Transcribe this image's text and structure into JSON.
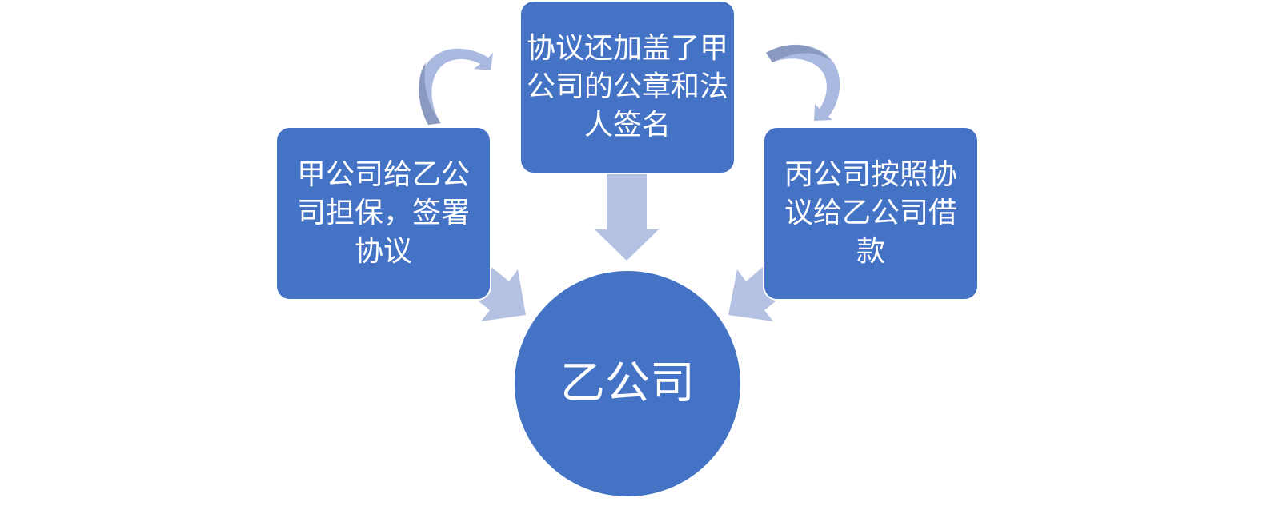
{
  "nodes": {
    "left": "甲公司给乙公司担保，签署协议",
    "top": "协议还加盖了甲公司的公章和法人签名",
    "right": "丙公司按照协议给乙公司借款",
    "center": "乙公司"
  },
  "colors": {
    "node_fill": "#4472c4",
    "arrow_fill": "#b4c1e2",
    "curved_arrow_fill": "#a9b9df",
    "curved_arrow_shade": "#8a99bf",
    "text": "#ffffff",
    "background": "#ffffff"
  }
}
